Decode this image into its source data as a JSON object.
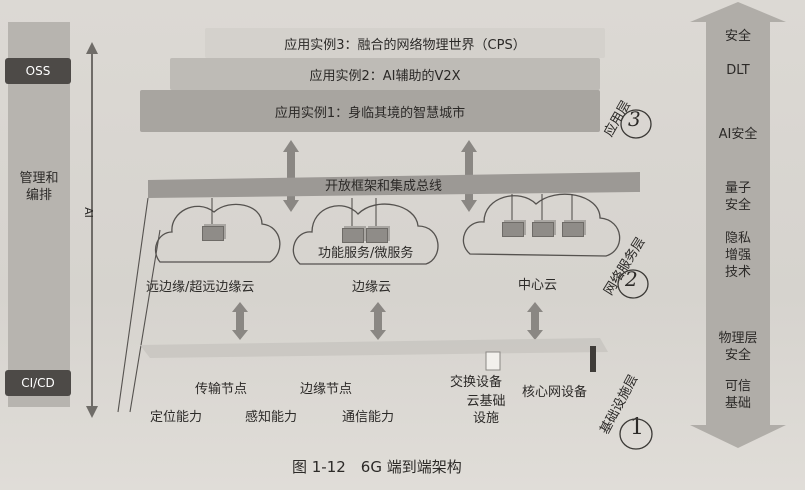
{
  "left_column": {
    "oss_label": "OSS",
    "manage_label_line1": "管理和",
    "manage_label_line2": "编排",
    "ai_label": "AI",
    "cicd_label": "CI/CD"
  },
  "right_column": {
    "items": [
      {
        "id": "security",
        "lines": [
          "安全"
        ]
      },
      {
        "id": "dlt",
        "lines": [
          "DLT"
        ]
      },
      {
        "id": "ai-security",
        "lines": [
          "AI安全"
        ]
      },
      {
        "id": "quantum-security",
        "lines": [
          "量子",
          "安全"
        ]
      },
      {
        "id": "privacy",
        "lines": [
          "隐私",
          "增强",
          "技术"
        ]
      },
      {
        "id": "physical-security",
        "lines": [
          "物理层",
          "安全"
        ]
      },
      {
        "id": "trusted-base",
        "lines": [
          "可信",
          "基础"
        ]
      }
    ]
  },
  "application_layer": {
    "layer_label": "应用层",
    "layer_number": "3",
    "apps": [
      "应用实例3：融合的网络物理世界（CPS）",
      "应用实例2：AI辅助的V2X",
      "应用实例1：身临其境的智慧城市"
    ]
  },
  "bus": {
    "label": "开放框架和集成总线"
  },
  "network_service_layer": {
    "layer_label": "网络服务层",
    "layer_number": "2",
    "clouds": [
      {
        "id": "far-edge",
        "label": "远边缘/超远边缘云"
      },
      {
        "id": "edge",
        "label": "边缘云",
        "inner_label": "功能服务/微服务"
      },
      {
        "id": "center",
        "label": "中心云"
      }
    ]
  },
  "infrastructure_layer": {
    "layer_label": "基础设施层",
    "layer_number": "1",
    "items": [
      {
        "id": "transport-node",
        "label": "传输节点"
      },
      {
        "id": "edge-node",
        "label": "边缘节点"
      },
      {
        "id": "switch-device",
        "label": "交换设备"
      },
      {
        "id": "cloud-infra",
        "lines": [
          "云基础",
          "设施"
        ]
      },
      {
        "id": "core-device",
        "label": "核心网设备"
      },
      {
        "id": "positioning",
        "label": "定位能力"
      },
      {
        "id": "sensing",
        "label": "感知能力"
      },
      {
        "id": "communication",
        "label": "通信能力"
      }
    ]
  },
  "caption": "图 1-12　6G 端到端架构",
  "colors": {
    "bar": "#b3b0ab",
    "dark_box": "#4e4b48",
    "app3": "#cfccc7",
    "app2": "#b9b6b1",
    "app1": "#a3a09b",
    "bus": "#9e9b97",
    "arrow": "#8c8985"
  }
}
